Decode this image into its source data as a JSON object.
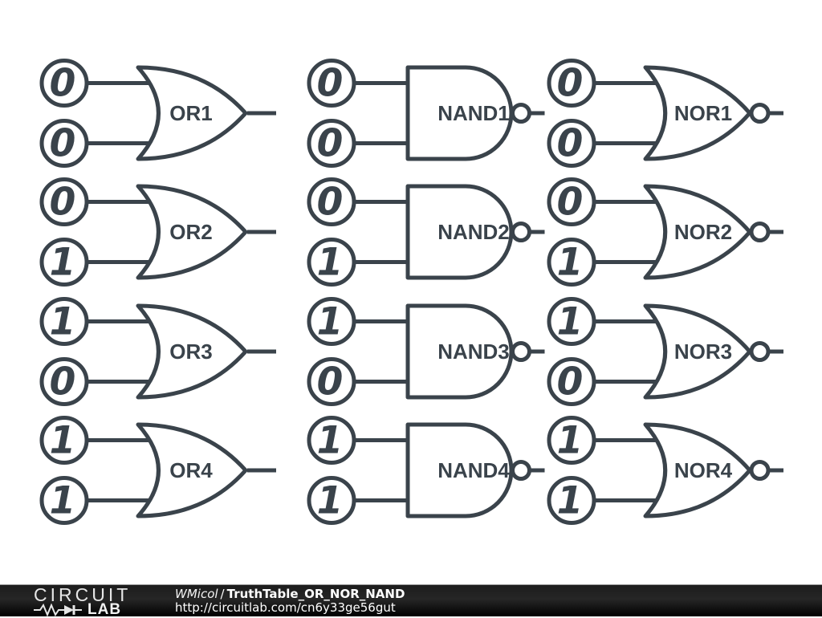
{
  "colors": {
    "stroke": "#3a434b",
    "canvas_bg": "#ffffff",
    "footer_bg": "#1a1a1a",
    "footer_text": "#ffffff",
    "logo_color": "#e6e6e6"
  },
  "circuit": {
    "columns": [
      {
        "type": "OR",
        "gates": [
          {
            "label": "OR1",
            "inputs": [
              "0",
              "0"
            ]
          },
          {
            "label": "OR2",
            "inputs": [
              "0",
              "1"
            ]
          },
          {
            "label": "OR3",
            "inputs": [
              "1",
              "0"
            ]
          },
          {
            "label": "OR4",
            "inputs": [
              "1",
              "1"
            ]
          }
        ]
      },
      {
        "type": "NAND",
        "gates": [
          {
            "label": "NAND1",
            "inputs": [
              "0",
              "0"
            ]
          },
          {
            "label": "NAND2",
            "inputs": [
              "0",
              "1"
            ]
          },
          {
            "label": "NAND3",
            "inputs": [
              "1",
              "0"
            ]
          },
          {
            "label": "NAND4",
            "inputs": [
              "1",
              "1"
            ]
          }
        ]
      },
      {
        "type": "NOR",
        "gates": [
          {
            "label": "NOR1",
            "inputs": [
              "0",
              "0"
            ]
          },
          {
            "label": "NOR2",
            "inputs": [
              "0",
              "1"
            ]
          },
          {
            "label": "NOR3",
            "inputs": [
              "1",
              "0"
            ]
          },
          {
            "label": "NOR4",
            "inputs": [
              "1",
              "1"
            ]
          }
        ]
      }
    ]
  },
  "footer": {
    "logo_primary": "CIRCUIT",
    "logo_secondary": "LAB",
    "author": "WMicol",
    "separator": "/",
    "schematic_title": "TruthTable_OR_NOR_NAND",
    "url": "http://circuitlab.com/cn6y33ge56gut"
  }
}
